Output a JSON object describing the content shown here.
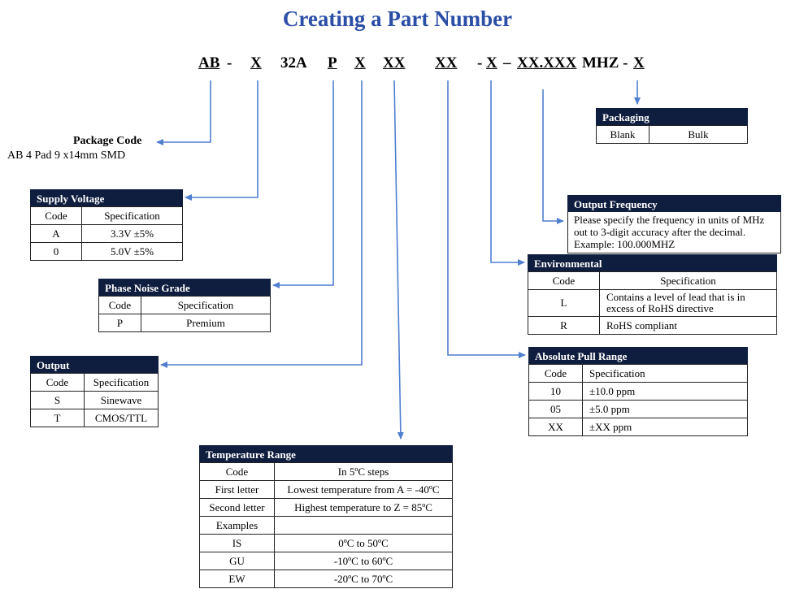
{
  "title": "Creating a Part Number",
  "part_number": {
    "segments": [
      "AB",
      "-",
      "X",
      "32A",
      "P",
      "X",
      "XX",
      "XX",
      "-",
      "X",
      "–",
      "XX.XXX",
      "MHZ -",
      "X"
    ]
  },
  "package": {
    "label": "Package Code",
    "desc": "AB 4 Pad 9 x14mm SMD"
  },
  "supply_voltage": {
    "title": "Supply Voltage",
    "headers": [
      "Code",
      "Specification"
    ],
    "rows": [
      [
        "A",
        "3.3V ±5%"
      ],
      [
        "0",
        "5.0V ±5%"
      ]
    ]
  },
  "phase_noise": {
    "title": "Phase Noise Grade",
    "headers": [
      "Code",
      "Specification"
    ],
    "rows": [
      [
        "P",
        "Premium"
      ]
    ]
  },
  "output": {
    "title": "Output",
    "headers": [
      "Code",
      "Specification"
    ],
    "rows": [
      [
        "S",
        "Sinewave"
      ],
      [
        "T",
        "CMOS/TTL"
      ]
    ]
  },
  "temperature": {
    "title": "Temperature Range",
    "headers": [
      "Code",
      "In 5ºC steps"
    ],
    "rows": [
      [
        "First letter",
        "Lowest temperature from A = -40ºC"
      ],
      [
        "Second  letter",
        "Highest temperature to Z = 85ºC"
      ],
      [
        "Examples",
        ""
      ],
      [
        "IS",
        "0ºC to 50ºC"
      ],
      [
        "GU",
        "-10ºC to 60ºC"
      ],
      [
        "EW",
        "-20ºC to 70ºC"
      ]
    ]
  },
  "packaging": {
    "title": "Packaging",
    "rows": [
      [
        "Blank",
        "Bulk"
      ]
    ]
  },
  "output_frequency": {
    "title": "Output Frequency",
    "lines": [
      "Please specify the frequency in units of MHz",
      "out to 3-digit accuracy after the decimal.",
      "Example: 100.000MHZ"
    ]
  },
  "environmental": {
    "title": "Environmental",
    "headers": [
      "Code",
      "Specification"
    ],
    "rows": [
      [
        "L",
        "Contains a level of lead that is in excess of RoHS directive"
      ],
      [
        "R",
        "RoHS compliant"
      ]
    ]
  },
  "pull_range": {
    "title": "Absolute Pull Range",
    "headers": [
      "Code",
      "Specification"
    ],
    "rows": [
      [
        "10",
        "±10.0 ppm"
      ],
      [
        "05",
        "±5.0 ppm"
      ],
      [
        "XX",
        "±XX ppm"
      ]
    ]
  },
  "colors": {
    "title": "#2b4ea6",
    "arrow": "#4f7fcf",
    "header_bg": "#0f1d3f"
  }
}
